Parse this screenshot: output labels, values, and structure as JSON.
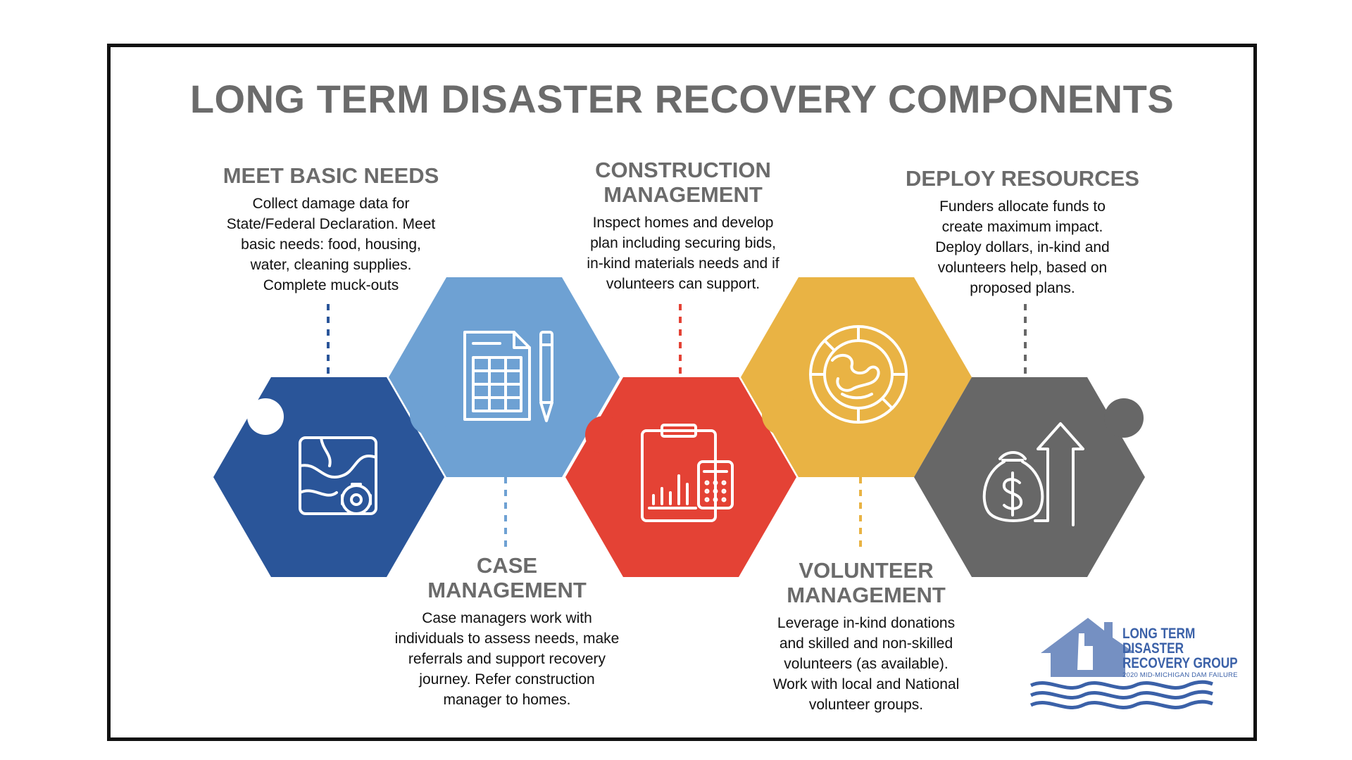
{
  "title": "LONG TERM DISASTER RECOVERY COMPONENTS",
  "components": {
    "basic_needs": {
      "title": "MEET BASIC NEEDS",
      "body": "Collect damage data for\nState/Federal Declaration. Meet\nbasic needs: food, housing,\nwater, cleaning supplies.\nComplete muck-outs",
      "color": "#2a5599",
      "icon": "map-gear-icon"
    },
    "case": {
      "title": "CASE\nMANAGEMENT",
      "body": "Case managers work with\nindividuals to assess needs, make\nreferrals and support recovery\njourney. Refer construction\nmanager to homes.",
      "color": "#6ea1d3",
      "icon": "document-pen-icon"
    },
    "construction": {
      "title": "CONSTRUCTION\nMANAGEMENT",
      "body": "Inspect homes and develop\nplan including securing bids,\nin-kind materials needs and if\nvolunteers can support.",
      "color": "#e44235",
      "icon": "clipboard-calculator-icon"
    },
    "volunteer": {
      "title": "VOLUNTEER\nMANAGEMENT",
      "body": "Leverage in-kind donations\nand skilled and non-skilled\nvolunteers (as available).\nWork with local and National\nvolunteer groups.",
      "color": "#e9b344",
      "icon": "globe-icon"
    },
    "deploy": {
      "title": "DEPLOY RESOURCES",
      "body": "Funders allocate funds to\ncreate maximum impact.\nDeploy dollars, in-kind and\nvolunteers help, based on\nproposed plans.",
      "color": "#676767",
      "icon": "money-bag-arrow-icon"
    }
  },
  "logo": {
    "line1": "LONG TERM",
    "line2": "DISASTER",
    "line3": "RECOVERY GROUP",
    "subtitle": "2020 MID-MICHIGAN DAM FAILURE",
    "color": "#3b61a8",
    "icon": "house-waves-icon"
  }
}
